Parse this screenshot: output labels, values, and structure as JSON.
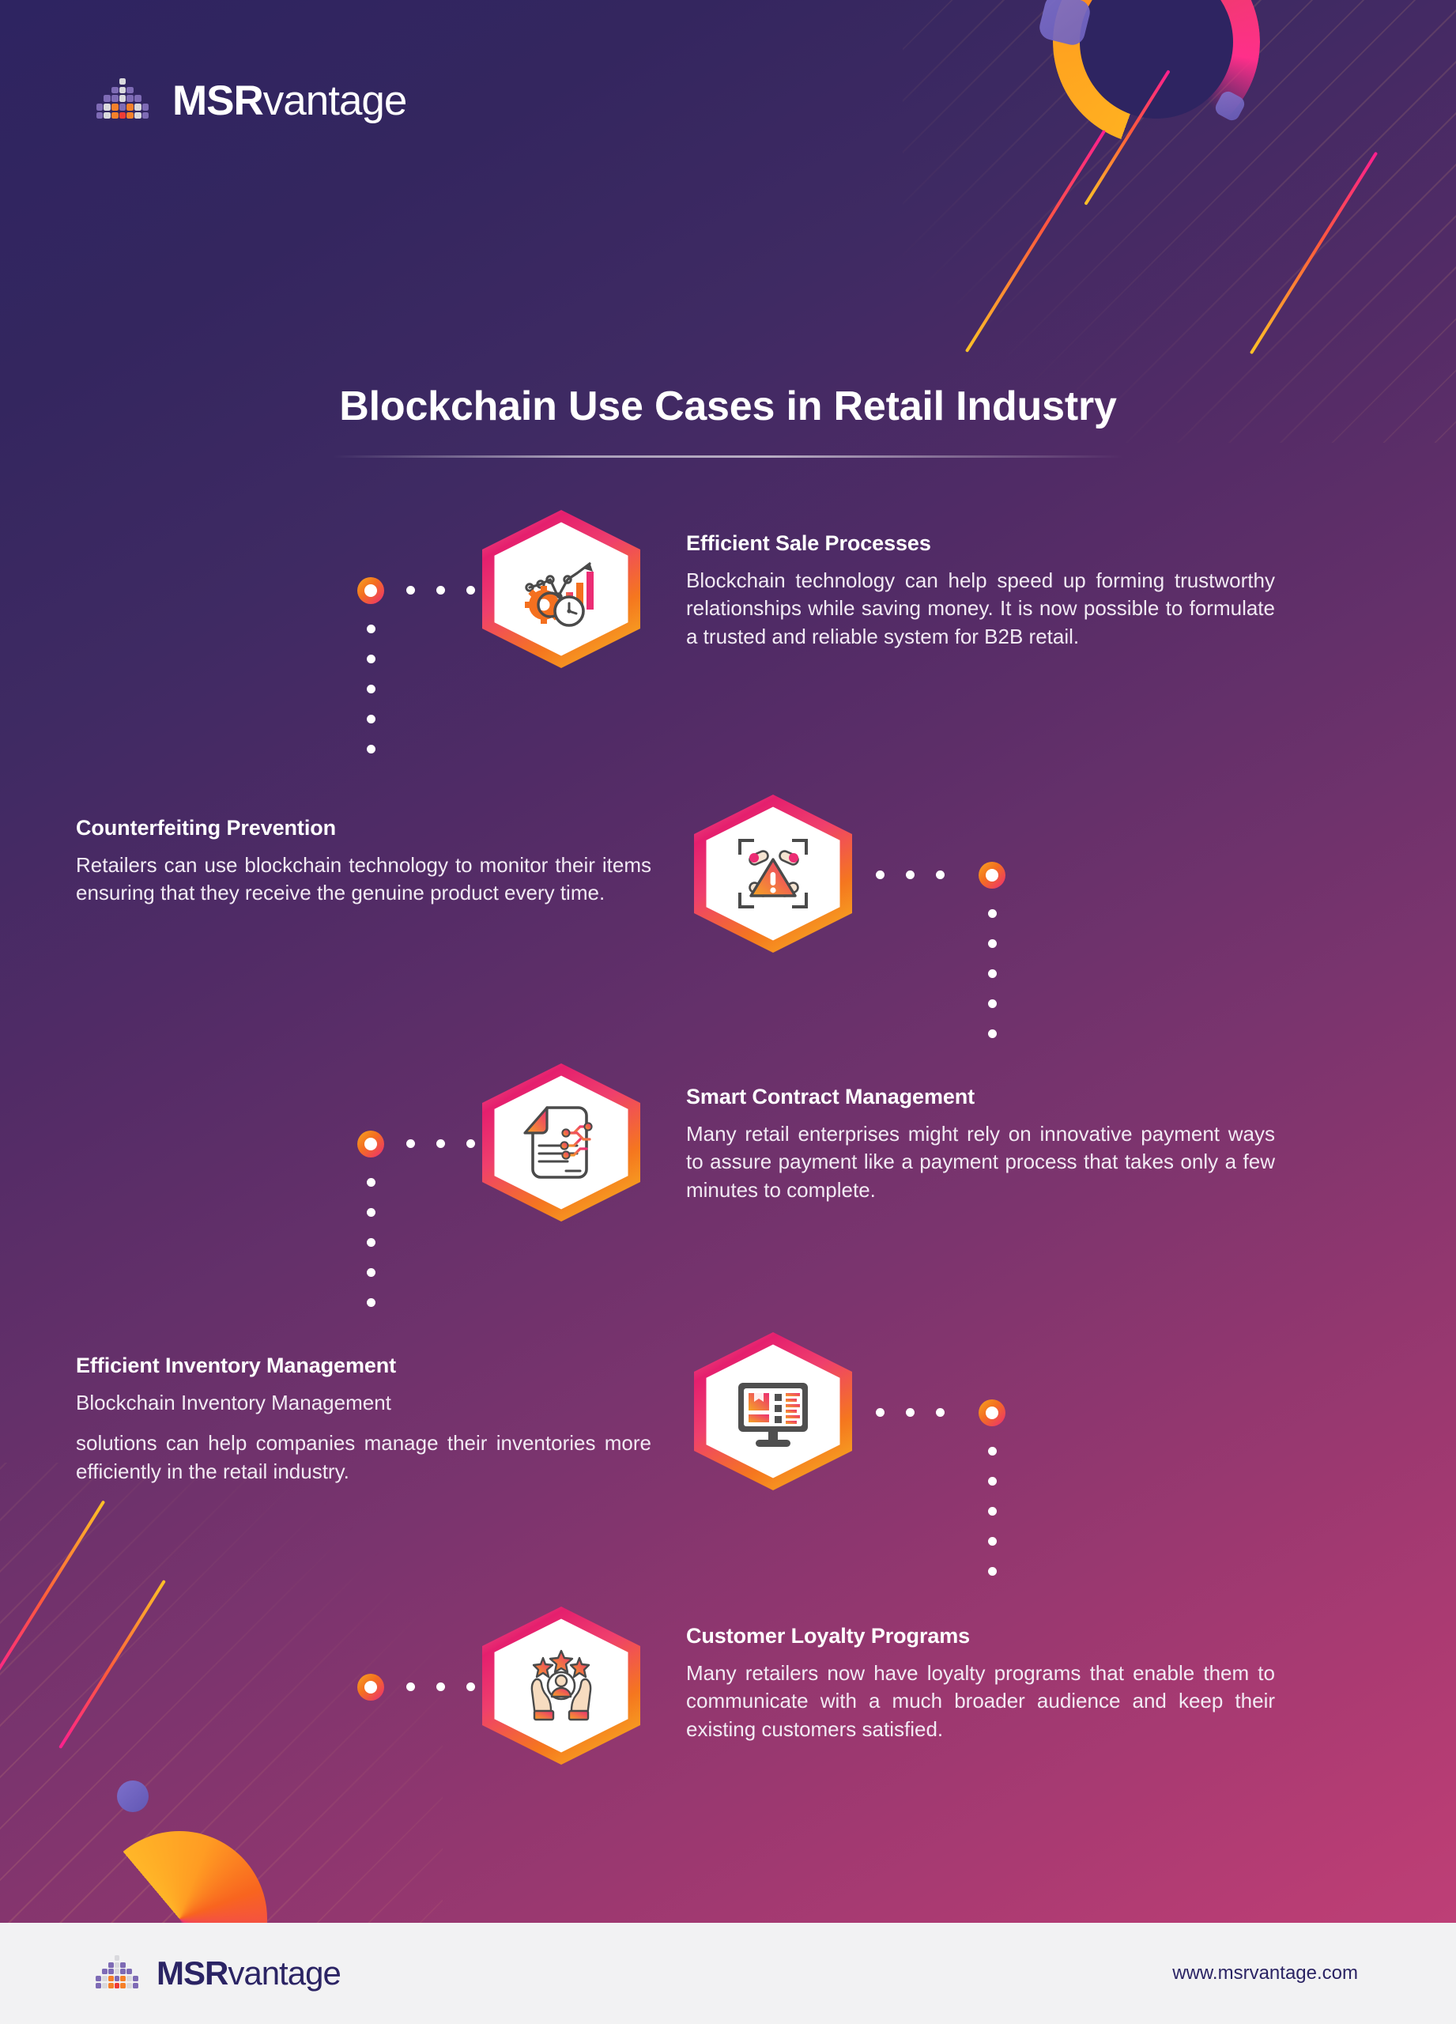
{
  "brand": {
    "name_bold": "MSR",
    "name_light": "vantage",
    "mark_icon": "msr-diamond-logo-icon",
    "colors": {
      "mark_purple": "#7e6bb5",
      "mark_grey": "#d9d9dd",
      "mark_orange": "#f5802a",
      "mark_red": "#ef3b36",
      "footer_navy": "#2b2464"
    }
  },
  "header": {
    "logo_alt": "MSRvantage"
  },
  "title": "Blockchain Use Cases in Retail Industry",
  "sections": [
    {
      "heading": "Efficient Sale Processes",
      "paragraphs": [
        "Blockchain technology can help speed up forming trustworthy relationships while saving money. It is now possible to formulate a trusted and reliable system for B2B retail."
      ],
      "icon": "sales-growth-gear-clock-icon",
      "side": "right"
    },
    {
      "heading": "Counterfeiting Prevention",
      "paragraphs": [
        "Retailers can use blockchain technology to monitor their items ensuring that they receive the genuine product every time."
      ],
      "icon": "counterfeit-warning-scan-icon",
      "side": "left"
    },
    {
      "heading": "Smart Contract Management",
      "paragraphs": [
        "Many retail enterprises might rely on innovative payment ways to assure payment like a payment process that takes only a few minutes to complete."
      ],
      "icon": "smart-contract-document-icon",
      "side": "right"
    },
    {
      "heading": "Efficient Inventory Management",
      "paragraphs": [
        "Blockchain Inventory Management",
        "solutions can help companies manage their inventories more efficiently in the retail industry."
      ],
      "icon": "inventory-monitor-icon",
      "side": "left"
    },
    {
      "heading": "Customer Loyalty Programs",
      "paragraphs": [
        "Many retailers now have loyalty programs that enable them to communicate with a much broader audience and keep their existing customers satisfied."
      ],
      "icon": "customer-loyalty-hands-stars-icon",
      "side": "right"
    }
  ],
  "footer": {
    "url": "www.msrvantage.com"
  },
  "theme": {
    "bg_start": "#2e2461",
    "bg_end": "#c2417a",
    "accent_orange": "#f6a623",
    "accent_pink": "#ec2d74",
    "footer_bg": "#f2f2f3"
  }
}
